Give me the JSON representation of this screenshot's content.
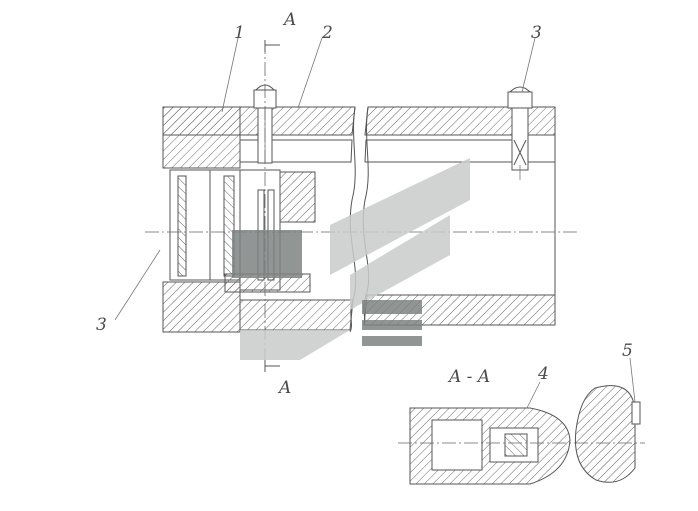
{
  "labels": {
    "section_mark_top": "A",
    "section_mark_bottom": "A",
    "callout_1": "1",
    "callout_2": "2",
    "callout_3_top": "3",
    "callout_3_left": "3",
    "callout_4": "4",
    "callout_5": "5",
    "section_title": "A - A"
  },
  "colors": {
    "line": "#555555",
    "watermark_gray": "#c9cccb",
    "watermark_dark": "#7e8382"
  }
}
